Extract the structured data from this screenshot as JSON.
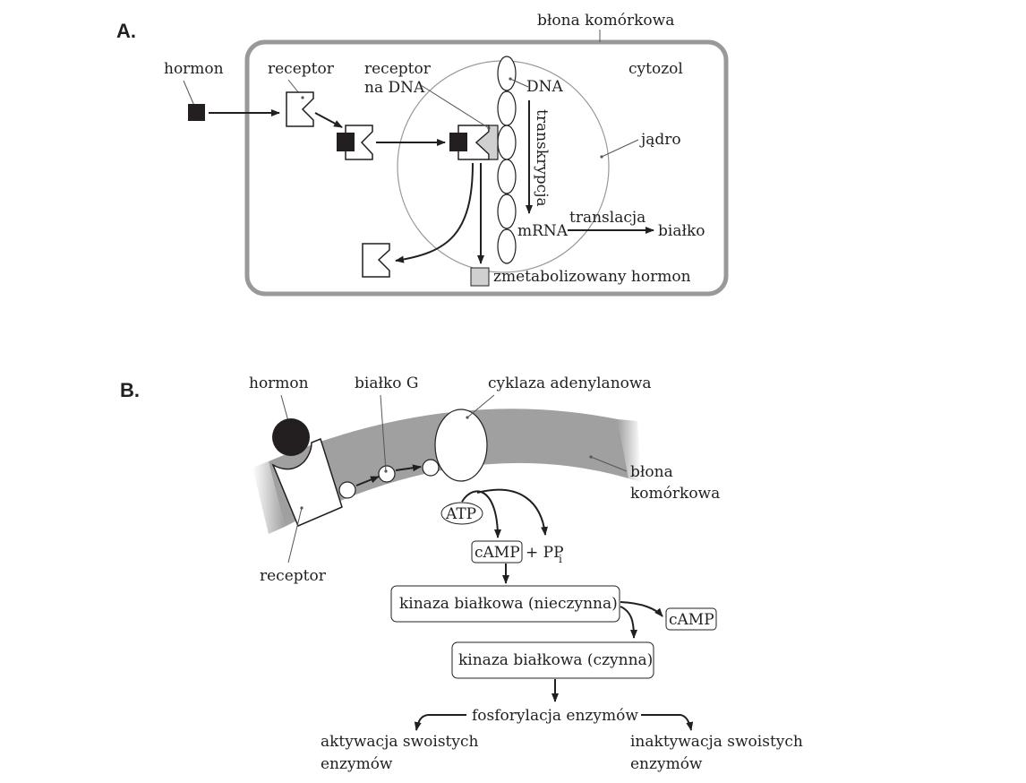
{
  "panel_a": {
    "section": "A.",
    "cell_membrane": "błona komórkowa",
    "hormone": "hormon",
    "receptor": "receptor",
    "receptor_dna_1": "receptor",
    "receptor_dna_2": "na DNA",
    "dna": "DNA",
    "cytosol": "cytozol",
    "transcription": "transkrypcja",
    "nucleus": "jądro",
    "translation": "translacja",
    "mrna": "mRNA",
    "protein": "białko",
    "metabolized": "zmetabolizowany hormon"
  },
  "panel_b": {
    "section": "B.",
    "hormone": "hormon",
    "g_protein": "białko G",
    "adenylate_cyclase": "cyklaza adenylanowa",
    "membrane_1": "błona",
    "membrane_2": "komórkowa",
    "atp": "ATP",
    "camp": "cAMP",
    "plus_pp": "+ PP",
    "pp_sub": "i",
    "receptor": "receptor",
    "kinase_inactive": "kinaza białkowa (nieczynna)",
    "camp_released": "cAMP",
    "kinase_active": "kinaza białkowa (czynna)",
    "phosphorylation": "fosforylacja enzymów",
    "activation_1": "aktywacja swoistych",
    "activation_2": "enzymów",
    "inactivation_1": "inaktywacja swoistych",
    "inactivation_2": "enzymów"
  },
  "colors": {
    "ink": "#231f20",
    "membrane_gray": "#a0a0a0",
    "frame_gray": "#999999",
    "metabolized_fill": "#d0d0d0"
  }
}
